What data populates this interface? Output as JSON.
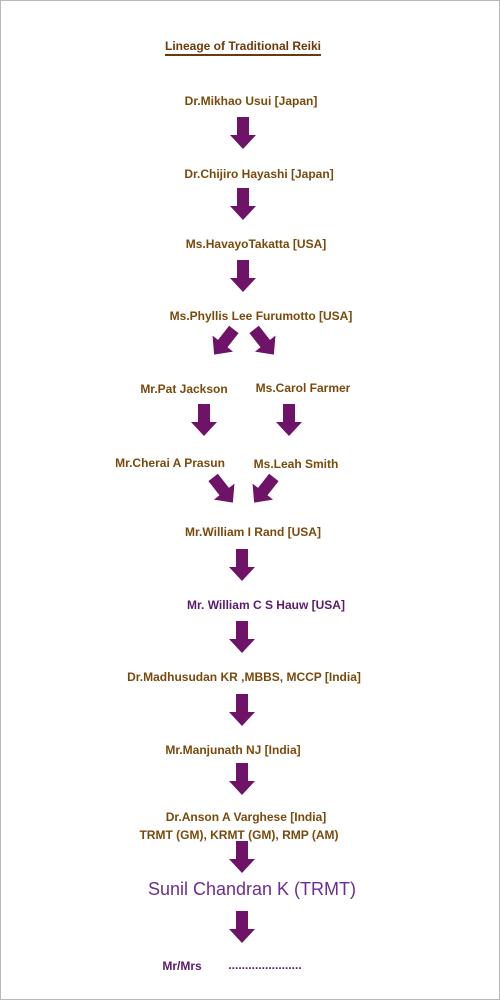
{
  "diagram": {
    "title": "Lineage of Traditional Reiki",
    "nodes": {
      "usui": "Dr.Mikhao Usui [Japan]",
      "hayashi": "Dr.Chijiro Hayashi [Japan]",
      "takatta": "Ms.HavayoTakatta [USA]",
      "furumotto": "Ms.Phyllis Lee Furumotto [USA]",
      "jackson": "Mr.Pat Jackson",
      "farmer": "Ms.Carol Farmer",
      "prasun": "Mr.Cherai A Prasun",
      "smith": "Ms.Leah Smith",
      "rand": "Mr.William I Rand [USA]",
      "hauw": "Mr. William C S Hauw [USA]",
      "madhusudan": "Dr.Madhusudan KR ,MBBS, MCCP [India]",
      "manjunath": "Mr.Manjunath NJ [India]",
      "varghese": "Dr.Anson A Varghese [India]",
      "varghese_titles": "TRMT (GM), KRMT (GM), RMP (AM)",
      "sunil": "Sunil Chandran K (TRMT)",
      "mrmrs": "Mr/Mrs",
      "blank": "......................"
    },
    "arrow_color": "#6e1368"
  }
}
